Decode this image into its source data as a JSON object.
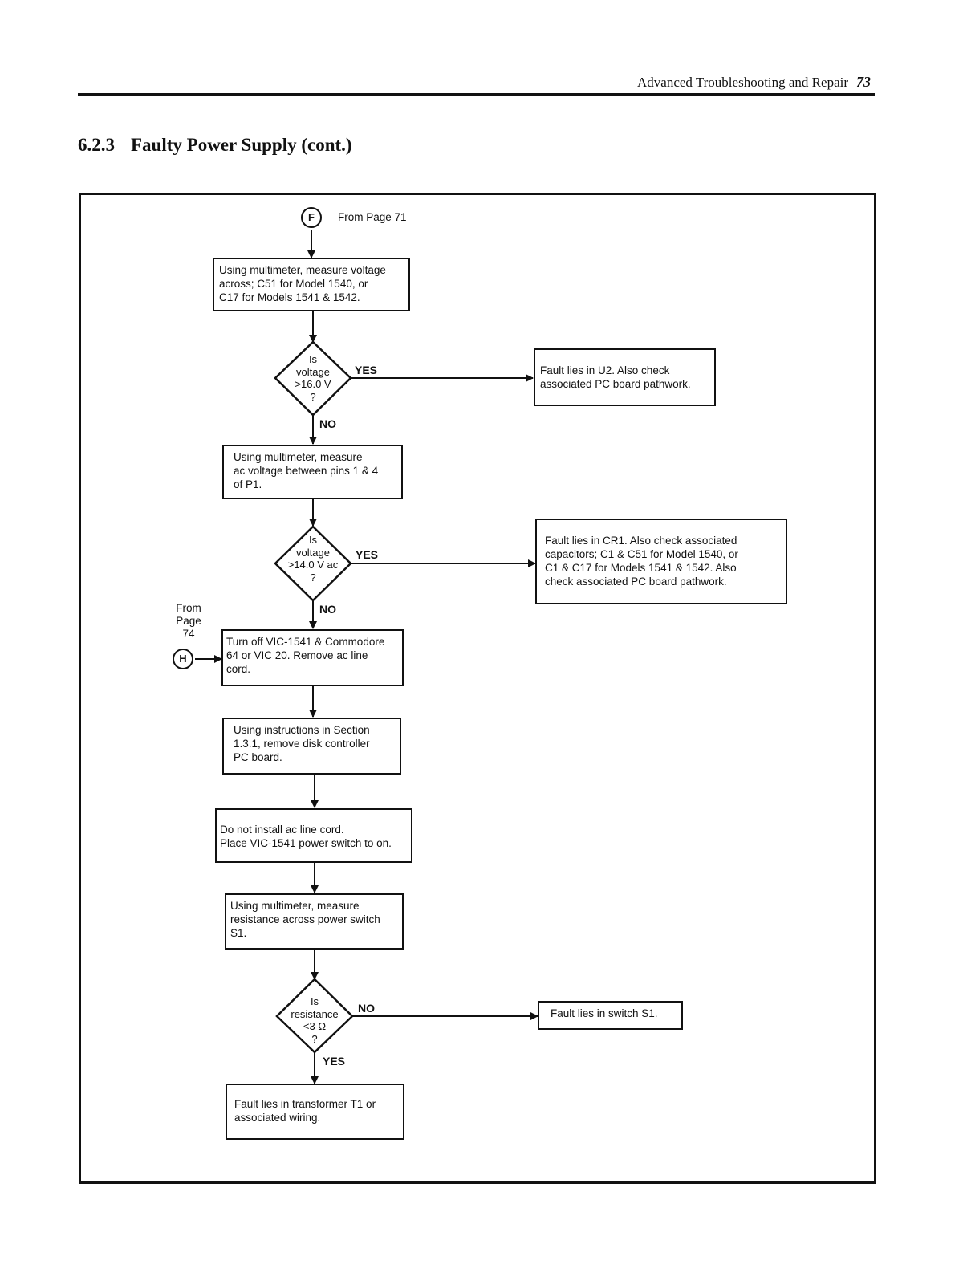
{
  "header": {
    "running_title": "Advanced Troubleshooting and Repair",
    "page_number": "73"
  },
  "section": {
    "number": "6.2.3",
    "title": "Faulty Power Supply (cont.)"
  },
  "flowchart": {
    "start_connector": {
      "label": "F",
      "note": "From Page  71"
    },
    "entry_connector": {
      "label": "H",
      "note": "From\nPage\n74"
    },
    "boxes": {
      "measure_dc": "Using multimeter, measure voltage\nacross; C51 for Model 1540, or\nC17 for Models 1541 & 1542.",
      "fault_u2": "Fault lies in U2.  Also check\nassociated PC board pathwork.",
      "measure_ac": "Using multimeter, measure\nac voltage between pins 1 & 4\nof P1.",
      "fault_cr1": "Fault lies in CR1.  Also check associated\ncapacitors; C1 & C51  for Model 1540, or\nC1  & C17 for Models 1541 & 1542.  Also\ncheck associated PC board pathwork.",
      "turn_off": "Turn off VIC-1541 & Commodore\n64 or VIC 20.  Remove ac line\ncord.",
      "remove_board": "Using instructions in Section\n1.3.1, remove disk controller\nPC board.",
      "no_cord": "Do not install ac line cord.\nPlace VIC-1541 power switch to on.",
      "measure_res": "Using multimeter, measure\nresistance across power switch\nS1.",
      "fault_s1": "Fault lies in switch S1.",
      "fault_t1": "Fault lies in transformer T1 or\nassociated wiring."
    },
    "decisions": {
      "d1": "Is\nvoltage\n>16.0 V\n?",
      "d2": "Is\nvoltage\n>14.0 V ac\n?",
      "d3": "Is\nresistance\n<3 Ω\n?"
    },
    "labels": {
      "d1_right": "YES",
      "d1_down": "NO",
      "d2_right": "YES",
      "d2_down": "NO",
      "d3_right": "NO",
      "d3_down": "YES"
    }
  }
}
